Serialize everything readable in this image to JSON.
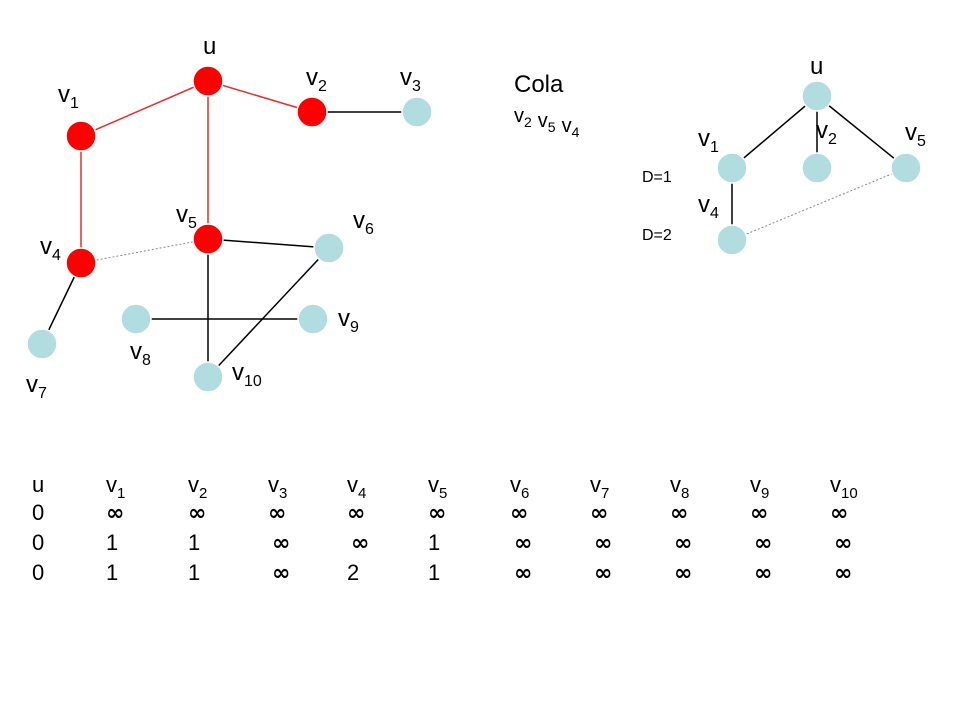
{
  "colors": {
    "visited": "#ff0000",
    "unvisited": "#b2dde0",
    "edge": "#000000",
    "tree_edge": "#e03030",
    "dotted_edge": "#888888",
    "highlight_header": "#c0392b"
  },
  "graph": {
    "nodes": [
      {
        "id": "u",
        "base": "u",
        "sub": "",
        "state": "visited"
      },
      {
        "id": "v1",
        "base": "v",
        "sub": "1",
        "state": "visited"
      },
      {
        "id": "v2",
        "base": "v",
        "sub": "2",
        "state": "visited"
      },
      {
        "id": "v3",
        "base": "v",
        "sub": "3",
        "state": "unvisited"
      },
      {
        "id": "v4",
        "base": "v",
        "sub": "4",
        "state": "visited"
      },
      {
        "id": "v5",
        "base": "v",
        "sub": "5",
        "state": "visited"
      },
      {
        "id": "v6",
        "base": "v",
        "sub": "6",
        "state": "unvisited"
      },
      {
        "id": "v7",
        "base": "v",
        "sub": "7",
        "state": "unvisited"
      },
      {
        "id": "v8",
        "base": "v",
        "sub": "8",
        "state": "unvisited"
      },
      {
        "id": "v9",
        "base": "v",
        "sub": "9",
        "state": "unvisited"
      },
      {
        "id": "v10",
        "base": "v",
        "sub": "10",
        "state": "unvisited"
      }
    ],
    "edges": [
      {
        "from": "u",
        "to": "v1",
        "style": "tree"
      },
      {
        "from": "u",
        "to": "v2",
        "style": "tree"
      },
      {
        "from": "u",
        "to": "v5",
        "style": "tree"
      },
      {
        "from": "v1",
        "to": "v4",
        "style": "tree"
      },
      {
        "from": "v2",
        "to": "v3",
        "style": "solid"
      },
      {
        "from": "v4",
        "to": "v5",
        "style": "dotted"
      },
      {
        "from": "v4",
        "to": "v7",
        "style": "solid"
      },
      {
        "from": "v5",
        "to": "v6",
        "style": "solid"
      },
      {
        "from": "v5",
        "to": "v10",
        "style": "solid"
      },
      {
        "from": "v6",
        "to": "v10",
        "style": "solid"
      },
      {
        "from": "v8",
        "to": "v9",
        "style": "solid"
      }
    ]
  },
  "queue": {
    "title": "Cola",
    "items": [
      {
        "base": "v",
        "sub": "2"
      },
      {
        "base": "v",
        "sub": "5"
      },
      {
        "base": "v",
        "sub": "4"
      }
    ]
  },
  "tree": {
    "nodes": [
      {
        "id": "u",
        "base": "u",
        "sub": ""
      },
      {
        "id": "v1",
        "base": "v",
        "sub": "1"
      },
      {
        "id": "v2",
        "base": "v",
        "sub": "2"
      },
      {
        "id": "v5",
        "base": "v",
        "sub": "5"
      },
      {
        "id": "v4",
        "base": "v",
        "sub": "4"
      }
    ],
    "edges": [
      {
        "from": "u",
        "to": "v1",
        "style": "solid"
      },
      {
        "from": "u",
        "to": "v2",
        "style": "solid"
      },
      {
        "from": "u",
        "to": "v5",
        "style": "solid"
      },
      {
        "from": "v1",
        "to": "v4",
        "style": "solid"
      },
      {
        "from": "v4",
        "to": "v5",
        "style": "dotted"
      }
    ],
    "levels": [
      "D=1",
      "D=2"
    ]
  },
  "table": {
    "headers": [
      {
        "base": "u",
        "sub": "",
        "highlight": false
      },
      {
        "base": "v",
        "sub": "1",
        "highlight": false
      },
      {
        "base": "v",
        "sub": "2",
        "highlight": false
      },
      {
        "base": "v",
        "sub": "3",
        "highlight": false
      },
      {
        "base": "v",
        "sub": "4",
        "highlight": true
      },
      {
        "base": "v",
        "sub": "5",
        "highlight": false
      },
      {
        "base": "v",
        "sub": "6",
        "highlight": false
      },
      {
        "base": "v",
        "sub": "7",
        "highlight": false
      },
      {
        "base": "v",
        "sub": "8",
        "highlight": false
      },
      {
        "base": "v",
        "sub": "9",
        "highlight": false
      },
      {
        "base": "v",
        "sub": "10",
        "highlight": false
      }
    ],
    "rows": [
      [
        "0",
        "∞",
        "∞",
        "∞",
        "∞",
        "∞",
        "∞",
        "∞",
        "∞",
        "∞",
        "∞"
      ],
      [
        "0",
        "1",
        "1",
        "∞",
        "∞",
        "1",
        "∞",
        "∞",
        "∞",
        "∞",
        "∞"
      ],
      [
        "0",
        "1",
        "1",
        "∞",
        "2",
        "1",
        "∞",
        "∞",
        "∞",
        "∞",
        "∞"
      ]
    ]
  }
}
